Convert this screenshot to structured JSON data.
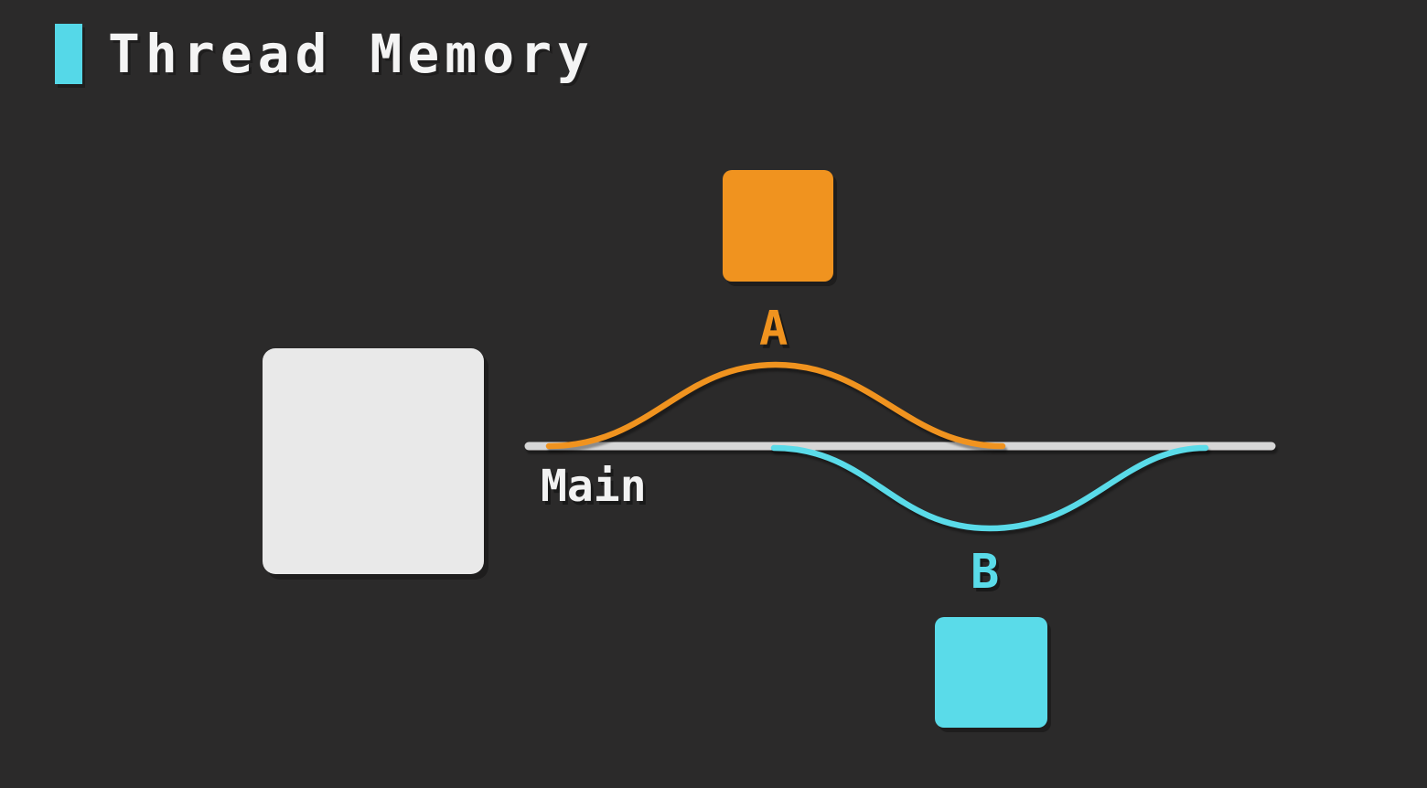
{
  "title": {
    "text": "Thread Memory"
  },
  "diagram": {
    "main_label": "Main",
    "thread_a_label": "A",
    "thread_b_label": "B"
  },
  "colors": {
    "background": "#2b2a2a",
    "accent": "#55d8e8",
    "orange": "#f0931f",
    "cyan": "#5adbe9",
    "light": "#e9e9e9",
    "line": "#d6d6d6"
  }
}
